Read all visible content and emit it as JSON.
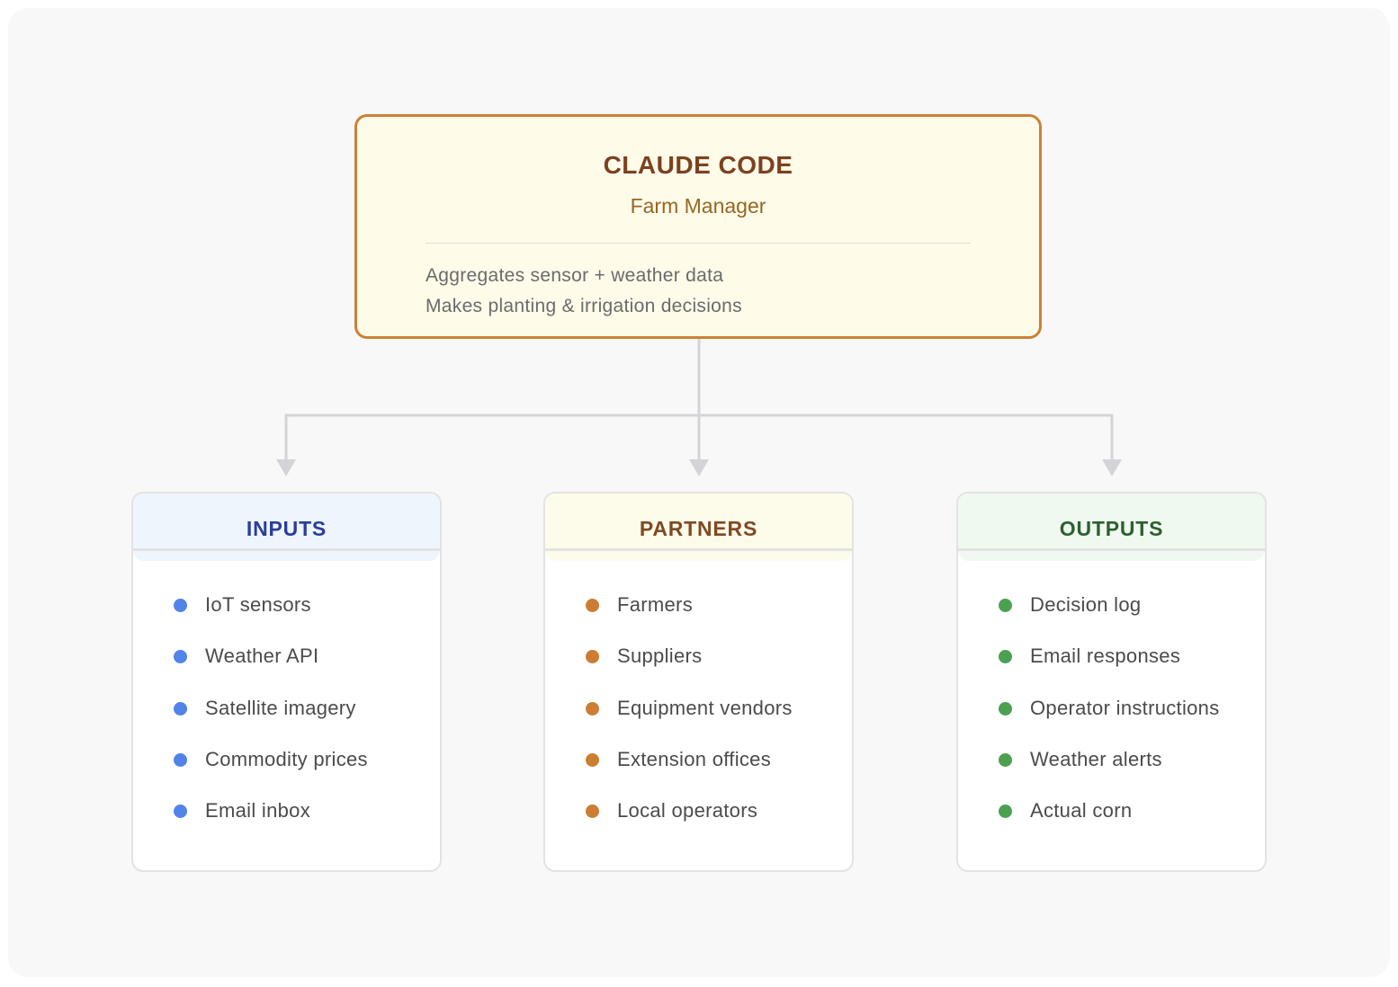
{
  "main": {
    "title": "CLAUDE CODE",
    "subtitle": "Farm Manager",
    "description": [
      "Aggregates sensor + weather data",
      "Makes planting & irrigation decisions"
    ],
    "accent_color": "#cc8136",
    "fill_color": "#fefbe9"
  },
  "groups": [
    {
      "title": "INPUTS",
      "title_color": "#2a3c9c",
      "header_color": "#eef5fc",
      "dot_color": "#5283e8",
      "items": [
        "IoT sensors",
        "Weather API",
        "Satellite imagery",
        "Commodity prices",
        "Email inbox"
      ]
    },
    {
      "title": "PARTNERS",
      "title_color": "#7f4a22",
      "header_color": "#fdfbea",
      "dot_color": "#cb7e33",
      "items": [
        "Farmers",
        "Suppliers",
        "Equipment vendors",
        "Extension offices",
        "Local operators"
      ]
    },
    {
      "title": "OUTPUTS",
      "title_color": "#2e5f30",
      "header_color": "#eff9f0",
      "dot_color": "#4ca052",
      "items": [
        "Decision log",
        "Email responses",
        "Operator instructions",
        "Weather alerts",
        "Actual corn"
      ]
    }
  ],
  "connector_color": "#d4d4d8"
}
